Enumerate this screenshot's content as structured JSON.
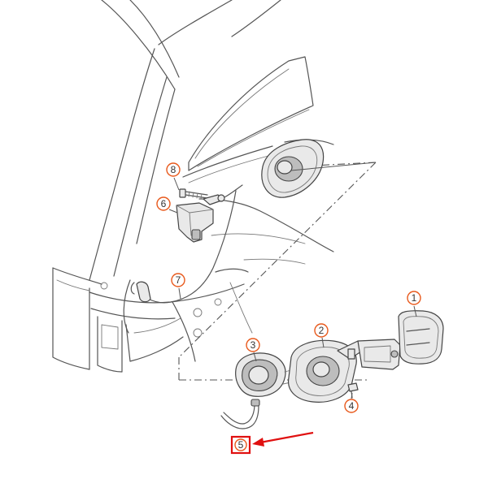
{
  "callouts": {
    "part_1": "1",
    "part_2": "2",
    "part_3": "3",
    "part_4": "4",
    "part_5": "5",
    "part_6": "6",
    "part_7": "7",
    "part_8": "8"
  },
  "highlight": {
    "part": "5",
    "color": "#e01010"
  },
  "colors": {
    "callout_ring": "#e8591c",
    "line": "#555555",
    "part_fill": "#e9e9e9"
  }
}
